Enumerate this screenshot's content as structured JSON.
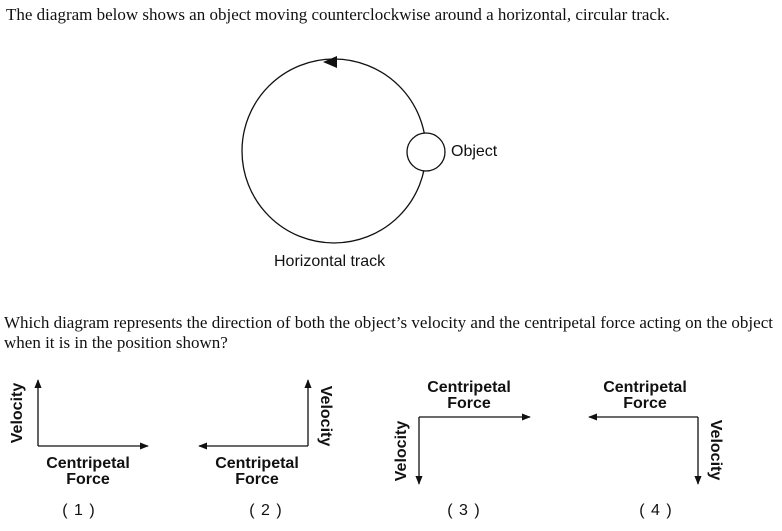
{
  "intro_text": "The diagram below shows an object moving counterclockwise around a horizontal, circular track.",
  "track_diagram": {
    "object_label": "Object",
    "track_label": "Horizontal track"
  },
  "question_text": "Which diagram represents the direction of both the object’s velocity and the centripetal force acting on the object when it is in the position shown?",
  "choices": [
    {
      "number": "( 1 )",
      "velocity_label": "Velocity",
      "force_label_line1": "Centripetal",
      "force_label_line2": "Force"
    },
    {
      "number": "( 2 )",
      "velocity_label": "Velocity",
      "force_label_line1": "Centripetal",
      "force_label_line2": "Force"
    },
    {
      "number": "( 3 )",
      "velocity_label": "Velocity",
      "force_label_line1": "Centripetal",
      "force_label_line2": "Force"
    },
    {
      "number": "( 4 )",
      "velocity_label": "Velocity",
      "force_label_line1": "Centripetal",
      "force_label_line2": "Force"
    }
  ],
  "colors": {
    "ink": "#111111",
    "background": "#ffffff"
  }
}
